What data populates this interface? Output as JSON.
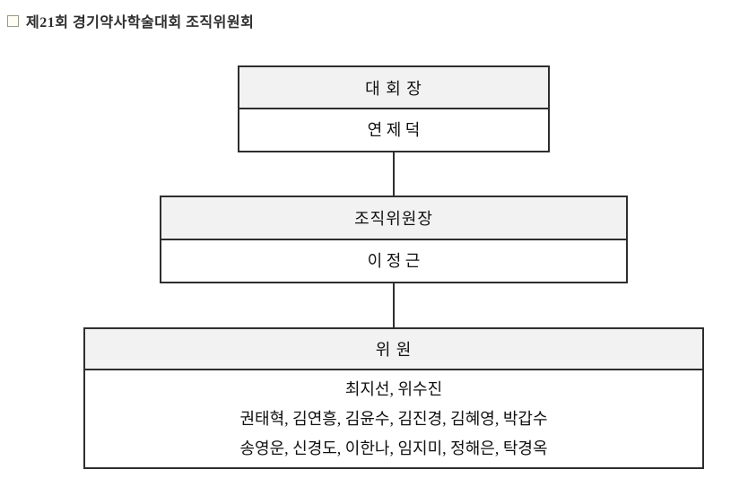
{
  "document": {
    "title": "제21회 경기약사학술대회 조직위원회"
  },
  "org_chart": {
    "chairman_box": {
      "role": "대 회 장",
      "name": "연 제 덕"
    },
    "organizing_chair_box": {
      "role": "조직위원장",
      "name": "이 정 근"
    },
    "members_box": {
      "role": "위 원",
      "lines": [
        "최지선, 위수진",
        "권태혁, 김연흥, 김윤수, 김진경, 김혜영, 박갑수",
        "송영운, 신경도, 이한나, 임지미, 정해은, 탁경옥"
      ]
    }
  },
  "colors": {
    "border": "#2e2e2e",
    "header_fill": "#f2f2f2",
    "text": "#111111",
    "background": "#ffffff"
  }
}
